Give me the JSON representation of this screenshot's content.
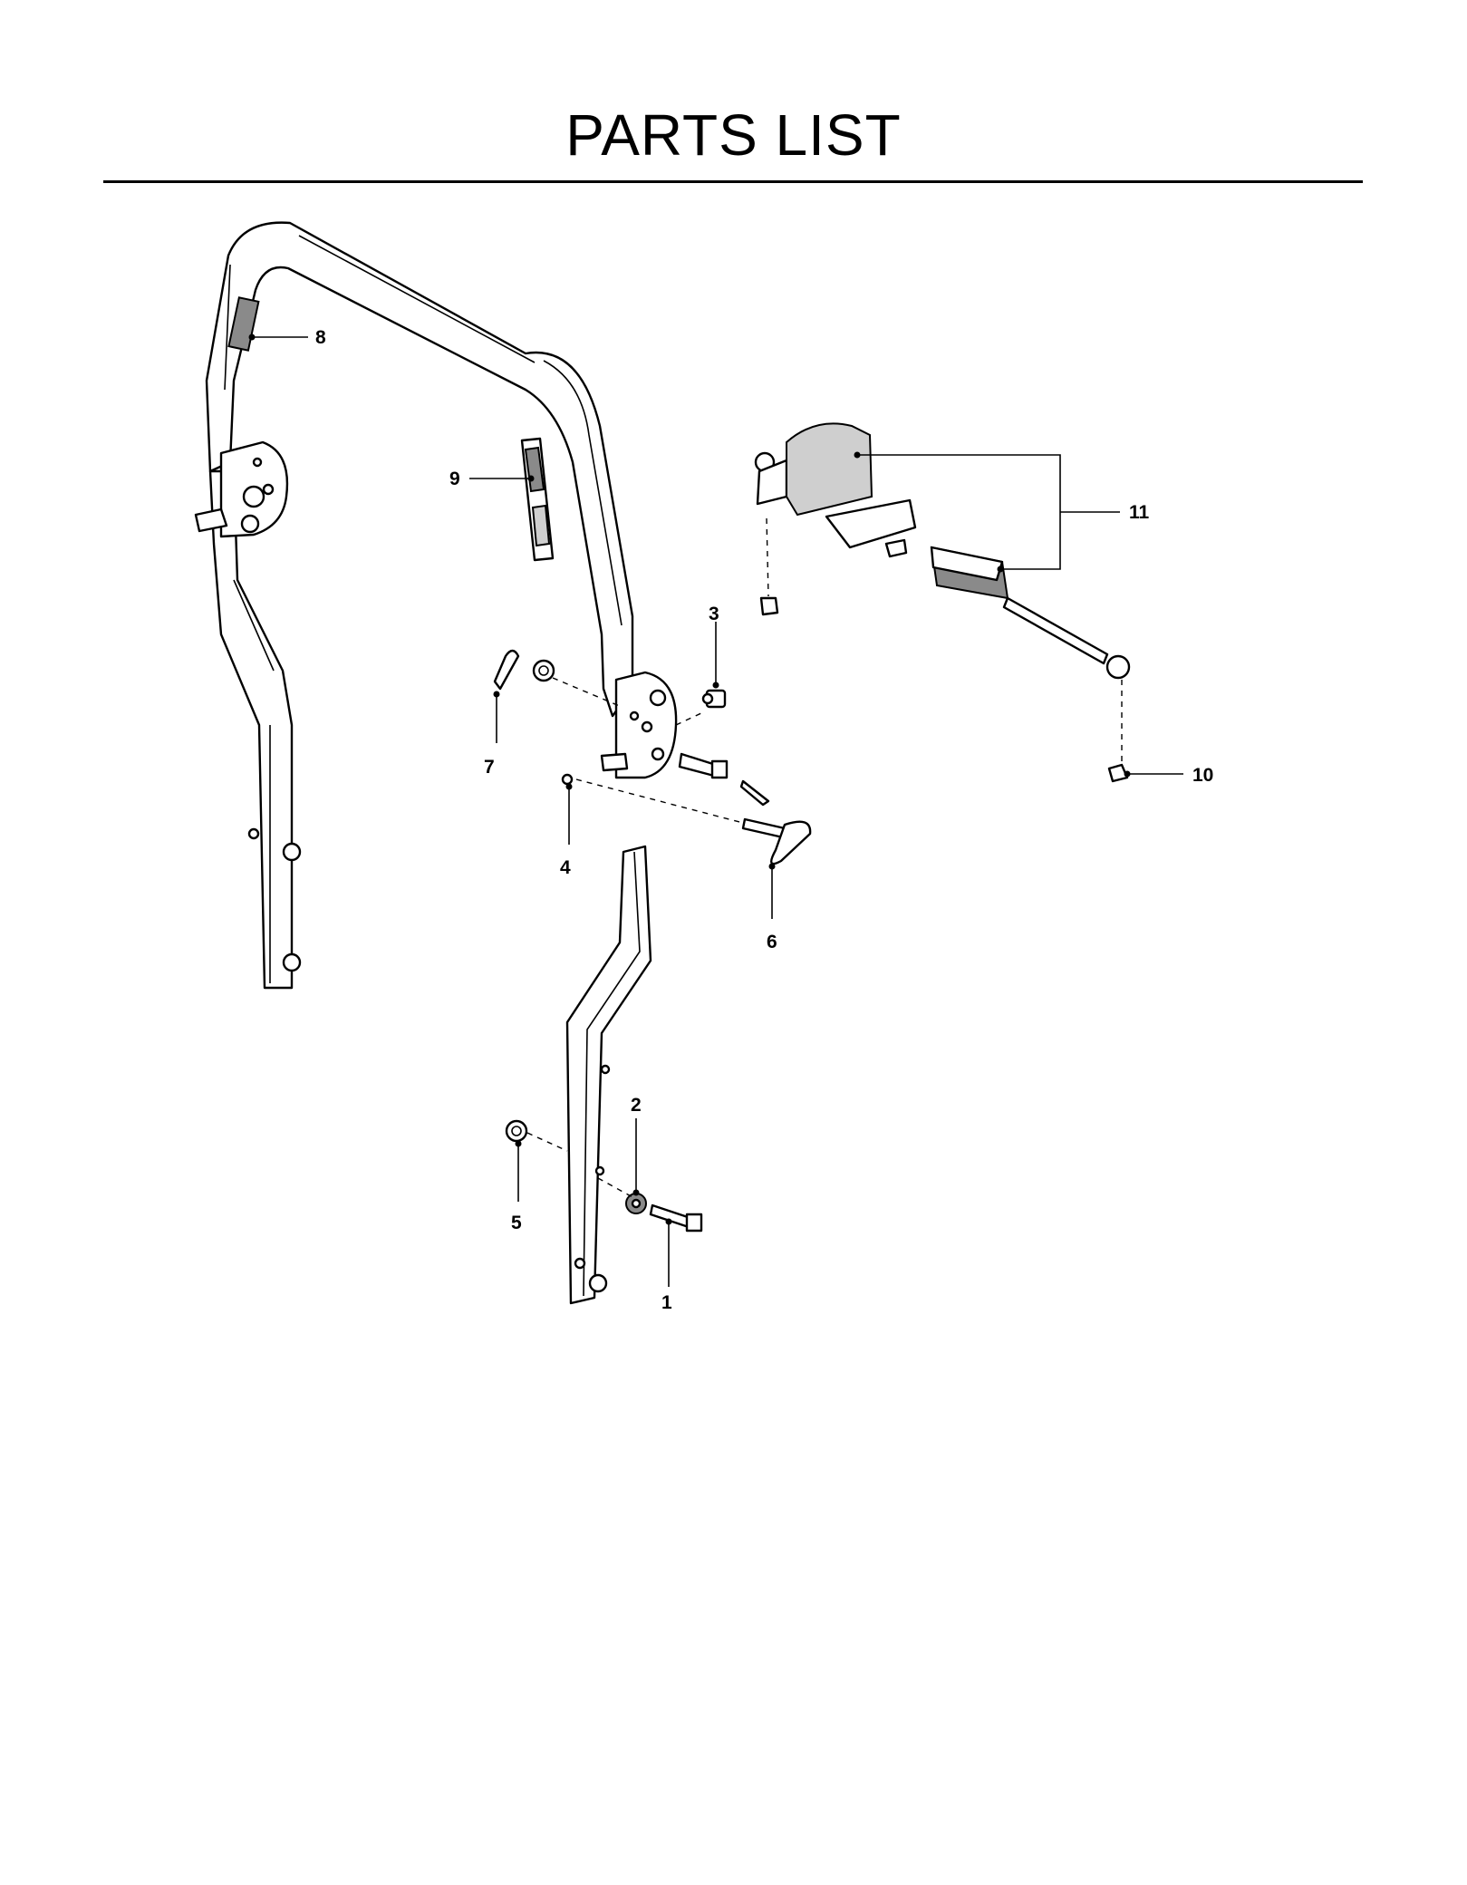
{
  "page": {
    "title": "PARTS LIST"
  },
  "callouts": {
    "c1": "1",
    "c2": "2",
    "c3": "3",
    "c4": "4",
    "c5": "5",
    "c6": "6",
    "c7": "7",
    "c8": "8",
    "c9": "9",
    "c10": "10",
    "c11": "11"
  }
}
